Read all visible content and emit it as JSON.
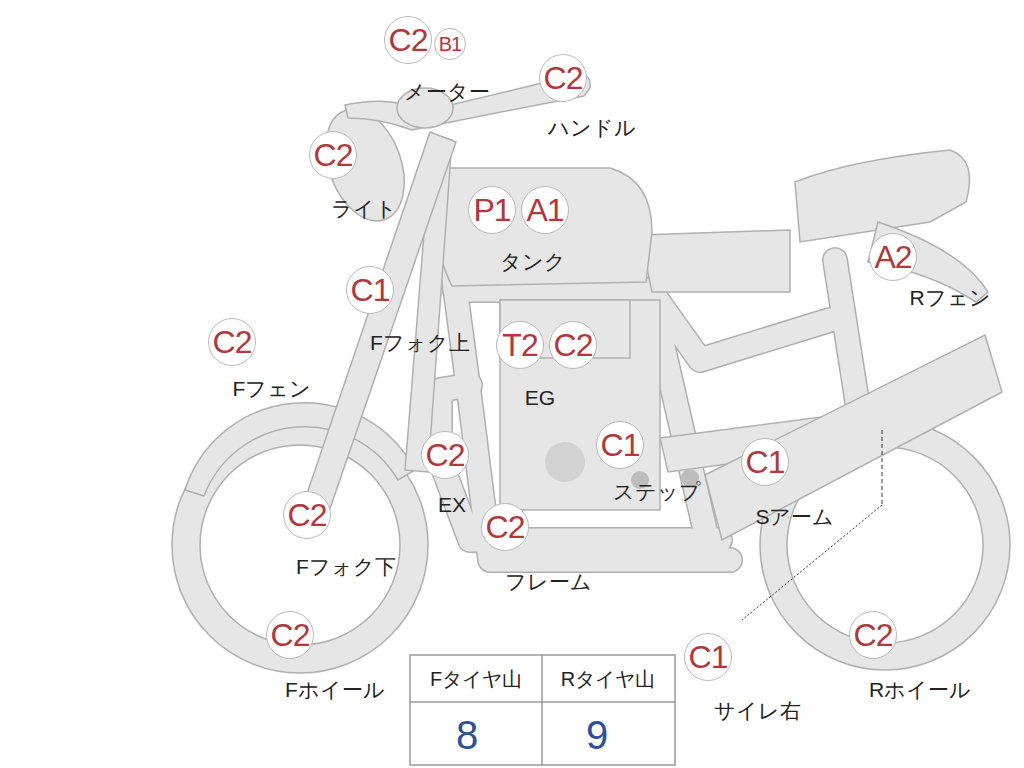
{
  "diagram": {
    "nodes": [
      {
        "text": [
          "C2"
        ]
      },
      {
        "text": [
          "B1"
        ]
      },
      {
        "text": [
          "C2"
        ]
      },
      {
        "text": [
          "C2"
        ]
      },
      {
        "text": [
          "P1"
        ]
      },
      {
        "text": [
          "A1"
        ]
      },
      {
        "text": [
          "A2"
        ]
      },
      {
        "text": [
          "C1"
        ]
      },
      {
        "text": [
          "C2"
        ]
      },
      {
        "text": [
          "T2"
        ]
      },
      {
        "text": [
          "C2"
        ]
      },
      {
        "text": [
          "C2"
        ]
      },
      {
        "text": [
          "C1"
        ]
      },
      {
        "text": [
          "C1"
        ]
      },
      {
        "text": [
          "C2"
        ]
      },
      {
        "text": [
          "C2"
        ]
      },
      {
        "text": [
          "C2"
        ]
      },
      {
        "text": [
          "C1"
        ]
      },
      {
        "text": [
          "C2"
        ]
      }
    ],
    "labels": [
      "メーター",
      "ハンドル",
      "ライト",
      "タンク",
      "Rフェン",
      "Fフォク上",
      "Fフェン",
      "EG",
      "EX",
      "ステップ",
      "Sアーム",
      "Fフォク下",
      "フレーム",
      "Fホイール",
      "サイレ右",
      "Rホイール",
      "Fタイヤ山",
      "Rタイヤ山",
      "8",
      "9"
    ]
  }
}
